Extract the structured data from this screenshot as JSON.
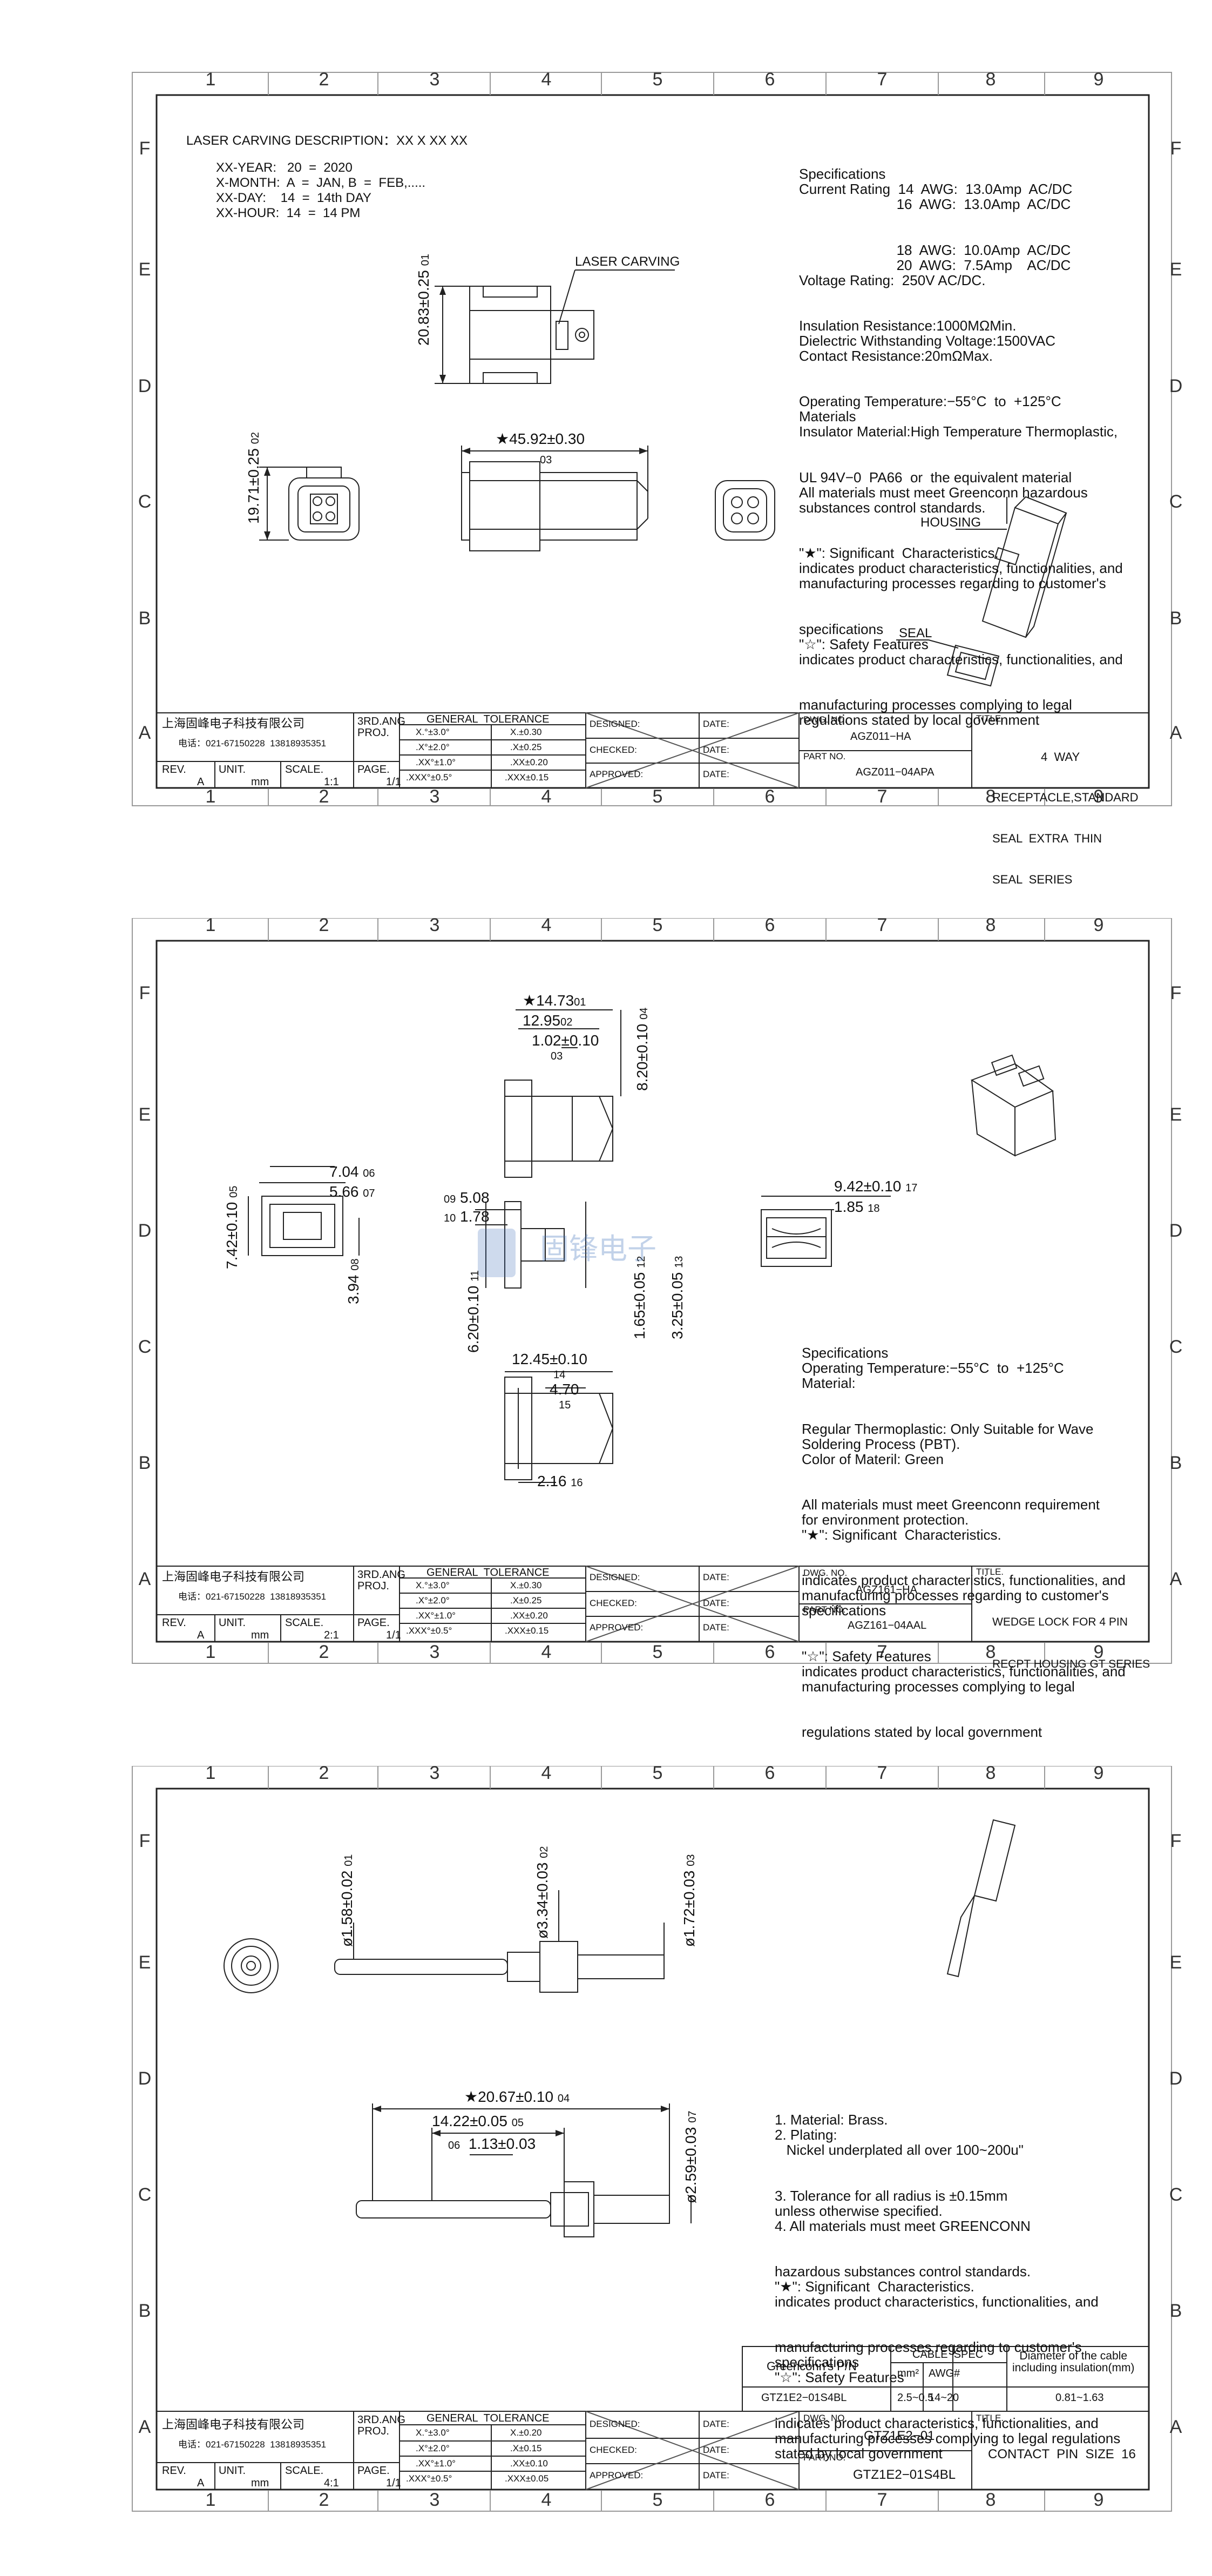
{
  "zones": {
    "cols": [
      "1",
      "2",
      "3",
      "4",
      "5",
      "6",
      "7",
      "8",
      "9"
    ],
    "rows": [
      "F",
      "E",
      "D",
      "C",
      "B",
      "A"
    ]
  },
  "title_block_common": {
    "company_name": "上海固峰电子科技有限公司",
    "company_contact": "电话：021-67150228  13818935351",
    "third_angle": "3RD.ANG\nPROJ.",
    "general_tolerance": "GENERAL  TOLERANCE",
    "designed": "DESIGNED:",
    "checked": "CHECKED:",
    "approved": "APPROVED:",
    "date": "DATE:",
    "dwg_no": "DWG. NO.",
    "part_no": "PART NO.",
    "title": "TITLE.",
    "rev": "REV.",
    "rev_value": "A",
    "unit": "UNIT.",
    "unit_value": "mm",
    "scale": "SCALE.",
    "page": "PAGE.",
    "page_value": "1/1"
  },
  "sheet1": {
    "laser_desc": "LASER CARVING DESCRIPTION：XX X XX XX",
    "year": "XX-YEAR:   20  =  2020",
    "month": "X-MONTH:  A  =  JAN, B  =  FEB,.....",
    "day": "XX-DAY:    14  =  14th DAY",
    "hour": "XX-HOUR:  14  =  14 PM",
    "laser_label": "LASER CARVING",
    "dims": {
      "d01": "20.83±0.25",
      "d01_n": "01",
      "d02": "19.71±0.25",
      "d02_n": "02",
      "d03": "★45.92±0.30",
      "d03_n": "03"
    },
    "housing_label": "HOUSING",
    "seal_label": "SEAL",
    "specs": [
      "Specifications",
      "Current Rating  14  AWG:  13.0Amp  AC/DC",
      "                         16  AWG:  13.0Amp  AC/DC",
      "                         18  AWG:  10.0Amp  AC/DC",
      "                         20  AWG:  7.5Amp    AC/DC",
      "Voltage Rating:  250V AC/DC.",
      "Insulation Resistance:1000MΩMin.",
      "Dielectric Withstanding Voltage:1500VAC",
      "Contact Resistance:20mΩMax.",
      "Operating Temperature:−55°C  to  +125°C",
      "Materials",
      "Insulator Material:High Temperature Thermoplastic,",
      "UL 94V−0  PA66  or  the equivalent material",
      "All materials must meet Greenconn hazardous",
      "substances control standards.",
      "\"★\": Significant  Characteristics.",
      "indicates product characteristics, functionalities, and",
      "manufacturing processes regarding to customer's",
      "specifications",
      "\"☆\": Safety Features",
      "indicates product characteristics, functionalities, and",
      "manufacturing processes complying to legal",
      "regulations stated by local government"
    ],
    "tol": [
      [
        "X.°±3.0°",
        "X.±0.30"
      ],
      [
        ".X°±2.0°",
        ".X±0.25"
      ],
      [
        ".XX°±1.0°",
        ".XX±0.20"
      ],
      [
        ".XXX°±0.5°",
        ".XXX±0.15"
      ]
    ],
    "dwg_no_value": "AGZ011−HA",
    "part_no_value": "AGZ011−04APA",
    "title_lines": [
      "4  WAY",
      "RECEPTACLE,STANDARD",
      "SEAL  EXTRA  THIN",
      "SEAL  SERIES"
    ],
    "scale_value": "1:1"
  },
  "sheet2": {
    "dims": {
      "d01": "★14.73",
      "d01_n": "01",
      "d02": "12.95",
      "d02_n": "02",
      "d03": "1.02±0.10",
      "d03_n": "03",
      "d04": "8.20±0.10",
      "d04_n": "04",
      "d05": "7.42±0.10",
      "d05_n": "05",
      "d06": "7.04",
      "d06_n": "06",
      "d07": "5.66",
      "d07_n": "07",
      "d08": "3.94",
      "d08_n": "08",
      "d09": "5.08",
      "d09_n": "09",
      "d10": "1.78",
      "d10_n": "10",
      "d11": "6.20±0.10",
      "d11_n": "11",
      "d12": "1.65±0.05",
      "d12_n": "12",
      "d13": "3.25±0.05",
      "d13_n": "13",
      "d14": "12.45±0.10",
      "d14_n": "14",
      "d15": "4.70",
      "d15_n": "15",
      "d16": "2.16",
      "d16_n": "16",
      "d17": "9.42±0.10",
      "d17_n": "17",
      "d18": "1.85",
      "d18_n": "18"
    },
    "watermark": "固锋电子",
    "specs": [
      "Specifications",
      "Operating Temperature:−55°C  to  +125°C",
      "Material:",
      "Regular Thermoplastic: Only Suitable for Wave",
      "Soldering Process (PBT).",
      "Color of Materil: Green",
      "All materials must meet Greenconn requirement",
      "for environment protection.",
      "\"★\": Significant  Characteristics.",
      "indicates product characteristics, functionalities, and",
      "manufacturing processes regarding to customer's",
      "specifications",
      "\"☆\": Safety Features",
      "indicates product characteristics, functionalities, and",
      "manufacturing processes complying to legal",
      "regulations stated by local government"
    ],
    "tol": [
      [
        "X.°±3.0°",
        "X.±0.30"
      ],
      [
        ".X°±2.0°",
        ".X±0.25"
      ],
      [
        ".XX°±1.0°",
        ".XX±0.20"
      ],
      [
        ".XXX°±0.5°",
        ".XXX±0.15"
      ]
    ],
    "dwg_no_value": "AGZ161−HA",
    "part_no_value": "AGZ161−04AAL",
    "title_lines": [
      "WEDGE LOCK FOR 4 PIN",
      "RECPT HOUSING GT SERIES"
    ],
    "scale_value": "2:1"
  },
  "sheet3": {
    "dims": {
      "d01": "ø1.58±0.02",
      "d01_n": "01",
      "d02": "ø3.34±0.03",
      "d02_n": "02",
      "d03": "ø1.72±0.03",
      "d03_n": "03",
      "d04": "★20.67±0.10",
      "d04_n": "04",
      "d05": "14.22±0.05",
      "d05_n": "05",
      "d06": "1.13±0.03",
      "d06_n": "06",
      "d07": "ø2.59±0.03",
      "d07_n": "07"
    },
    "notes": [
      "1. Material: Brass.",
      "2. Plating:",
      "   Nickel underplated all over 100~200u\"",
      "3. Tolerance for all radius is ±0.15mm",
      "unless otherwise specified.",
      "4. All materials must meet GREENCONN",
      "hazardous substances control standards.",
      "\"★\": Significant  Characteristics.",
      "indicates product characteristics, functionalities, and",
      "manufacturing processes regarding to customer's",
      "specifications",
      "\"☆\": Safety Features",
      "indicates product characteristics, functionalities, and",
      "manufacturing processes complying to legal regulations",
      "stated by local government"
    ],
    "cable": {
      "pn_label": "Greenconn's P/N",
      "spec_label": "CABLE  SPEC",
      "mm2": "mm²",
      "awg": "AWG#",
      "diameter": "Diameter of the cable\nincluding insulation(mm)",
      "pn": "GTZ1E2−01S4BL",
      "mm2_value": "2.5~0.5",
      "awg_value": "14~20",
      "dia_value": "0.81~1.63"
    },
    "tol": [
      [
        "X.°±3.0°",
        "X.±0.20"
      ],
      [
        ".X°±2.0°",
        ".X±0.15"
      ],
      [
        ".XX°±1.0°",
        ".XX±0.10"
      ],
      [
        ".XXX°±0.5°",
        ".XXX±0.05"
      ]
    ],
    "dwg_no_value": "GTZ1E2−01",
    "part_no_value": "GTZ1E2−01S4BL",
    "title_lines": [
      "CONTACT  PIN  SIZE  16"
    ],
    "scale_value": "4:1"
  }
}
